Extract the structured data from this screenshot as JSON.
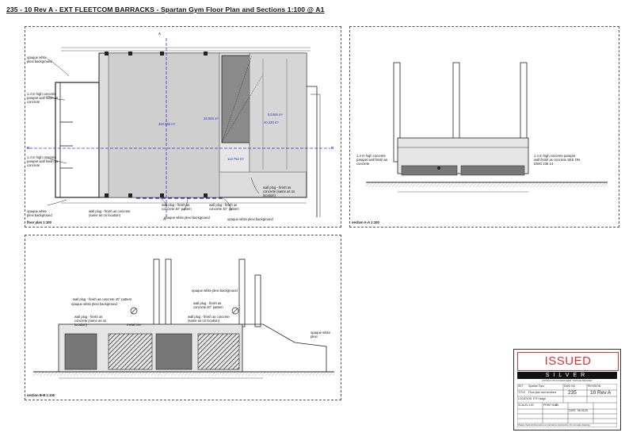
{
  "sheet_title": "235 - 10 Rev A - EXT FLEETCOM BARRACKS - Spartan Gym Floor Plan and Sections 1:100 @ A1",
  "panels": {
    "floor_plan": {
      "label": "floor plan 1:100",
      "areas": [
        "362.065 m²",
        "26.558 m²",
        "40.230 m²",
        "53.666 m²",
        "113.752 m²"
      ],
      "notes": {
        "opaque_top": "opaque white plexi background",
        "parapet_1": "1.4 m high concrete parapet wall finish as concrete",
        "parapet_2": "1.4 m high concrete parapet wall finish as concrete",
        "opaque_bottom": "opaque white plexi background",
        "wall_plug_1": "wall plug - finish as concrete (same as on location)",
        "wall_plug_2": "wall plug - finish as concrete 40° pattern",
        "wall_plug_3": "wall plug - finish as concrete 40° pattern",
        "wall_plug_4": "wall plug - finish as concrete (same as on location)",
        "opaque_bottom_2": "opaque white plexi background",
        "opaque_bottom_3": "opaque white plexi background"
      },
      "section_marks": [
        "A",
        "A",
        "B",
        "B"
      ]
    },
    "section_aa": {
      "label": "section A-A 1:100",
      "notes": {
        "left": "1.4 m high concrete parapet wall finish as concrete",
        "right": "1.4 m high concrete parapet wall finish as concrete SEE ON DWG 235 14"
      }
    },
    "section_bb": {
      "label": "section B-B 1:100",
      "notes": {
        "n1": "wall plug - finish as concrete 40° pattern",
        "n2": "opaque white plexi background",
        "n3": "wall plug - finish as concrete (same as on location)",
        "n4": "metal trim",
        "n5": "opaque white plexi background",
        "n6": "wall plug - finish as concrete 40° pattern",
        "n7": "wall plug - finish as concrete (same as on location)",
        "n8": "opaque white plexi"
      }
    }
  },
  "title_block": {
    "status": "ISSUED",
    "brand": "SILVER",
    "subtitle": "PRODUCTION DESIGNER: SOPHIE BECHER",
    "project": "Spartan Gym",
    "drawing": "Floor plan and sections",
    "location": "ETH stage",
    "scale": "1:100",
    "sheet": "A1",
    "dwg_no": "235",
    "revision": "10 Rev A",
    "date": "05.03.25",
    "label_dwg": "DWG NO.",
    "label_rev": "REVISION",
    "label_scale": "SCALE",
    "label_sheet": "PRINT SIZE",
    "label_project": "SET",
    "label_title": "TITLE",
    "label_location": "LOCATION",
    "label_date": "DATE",
    "footer": "Please check all dimensions on site before construction. Do not scale drawings."
  }
}
